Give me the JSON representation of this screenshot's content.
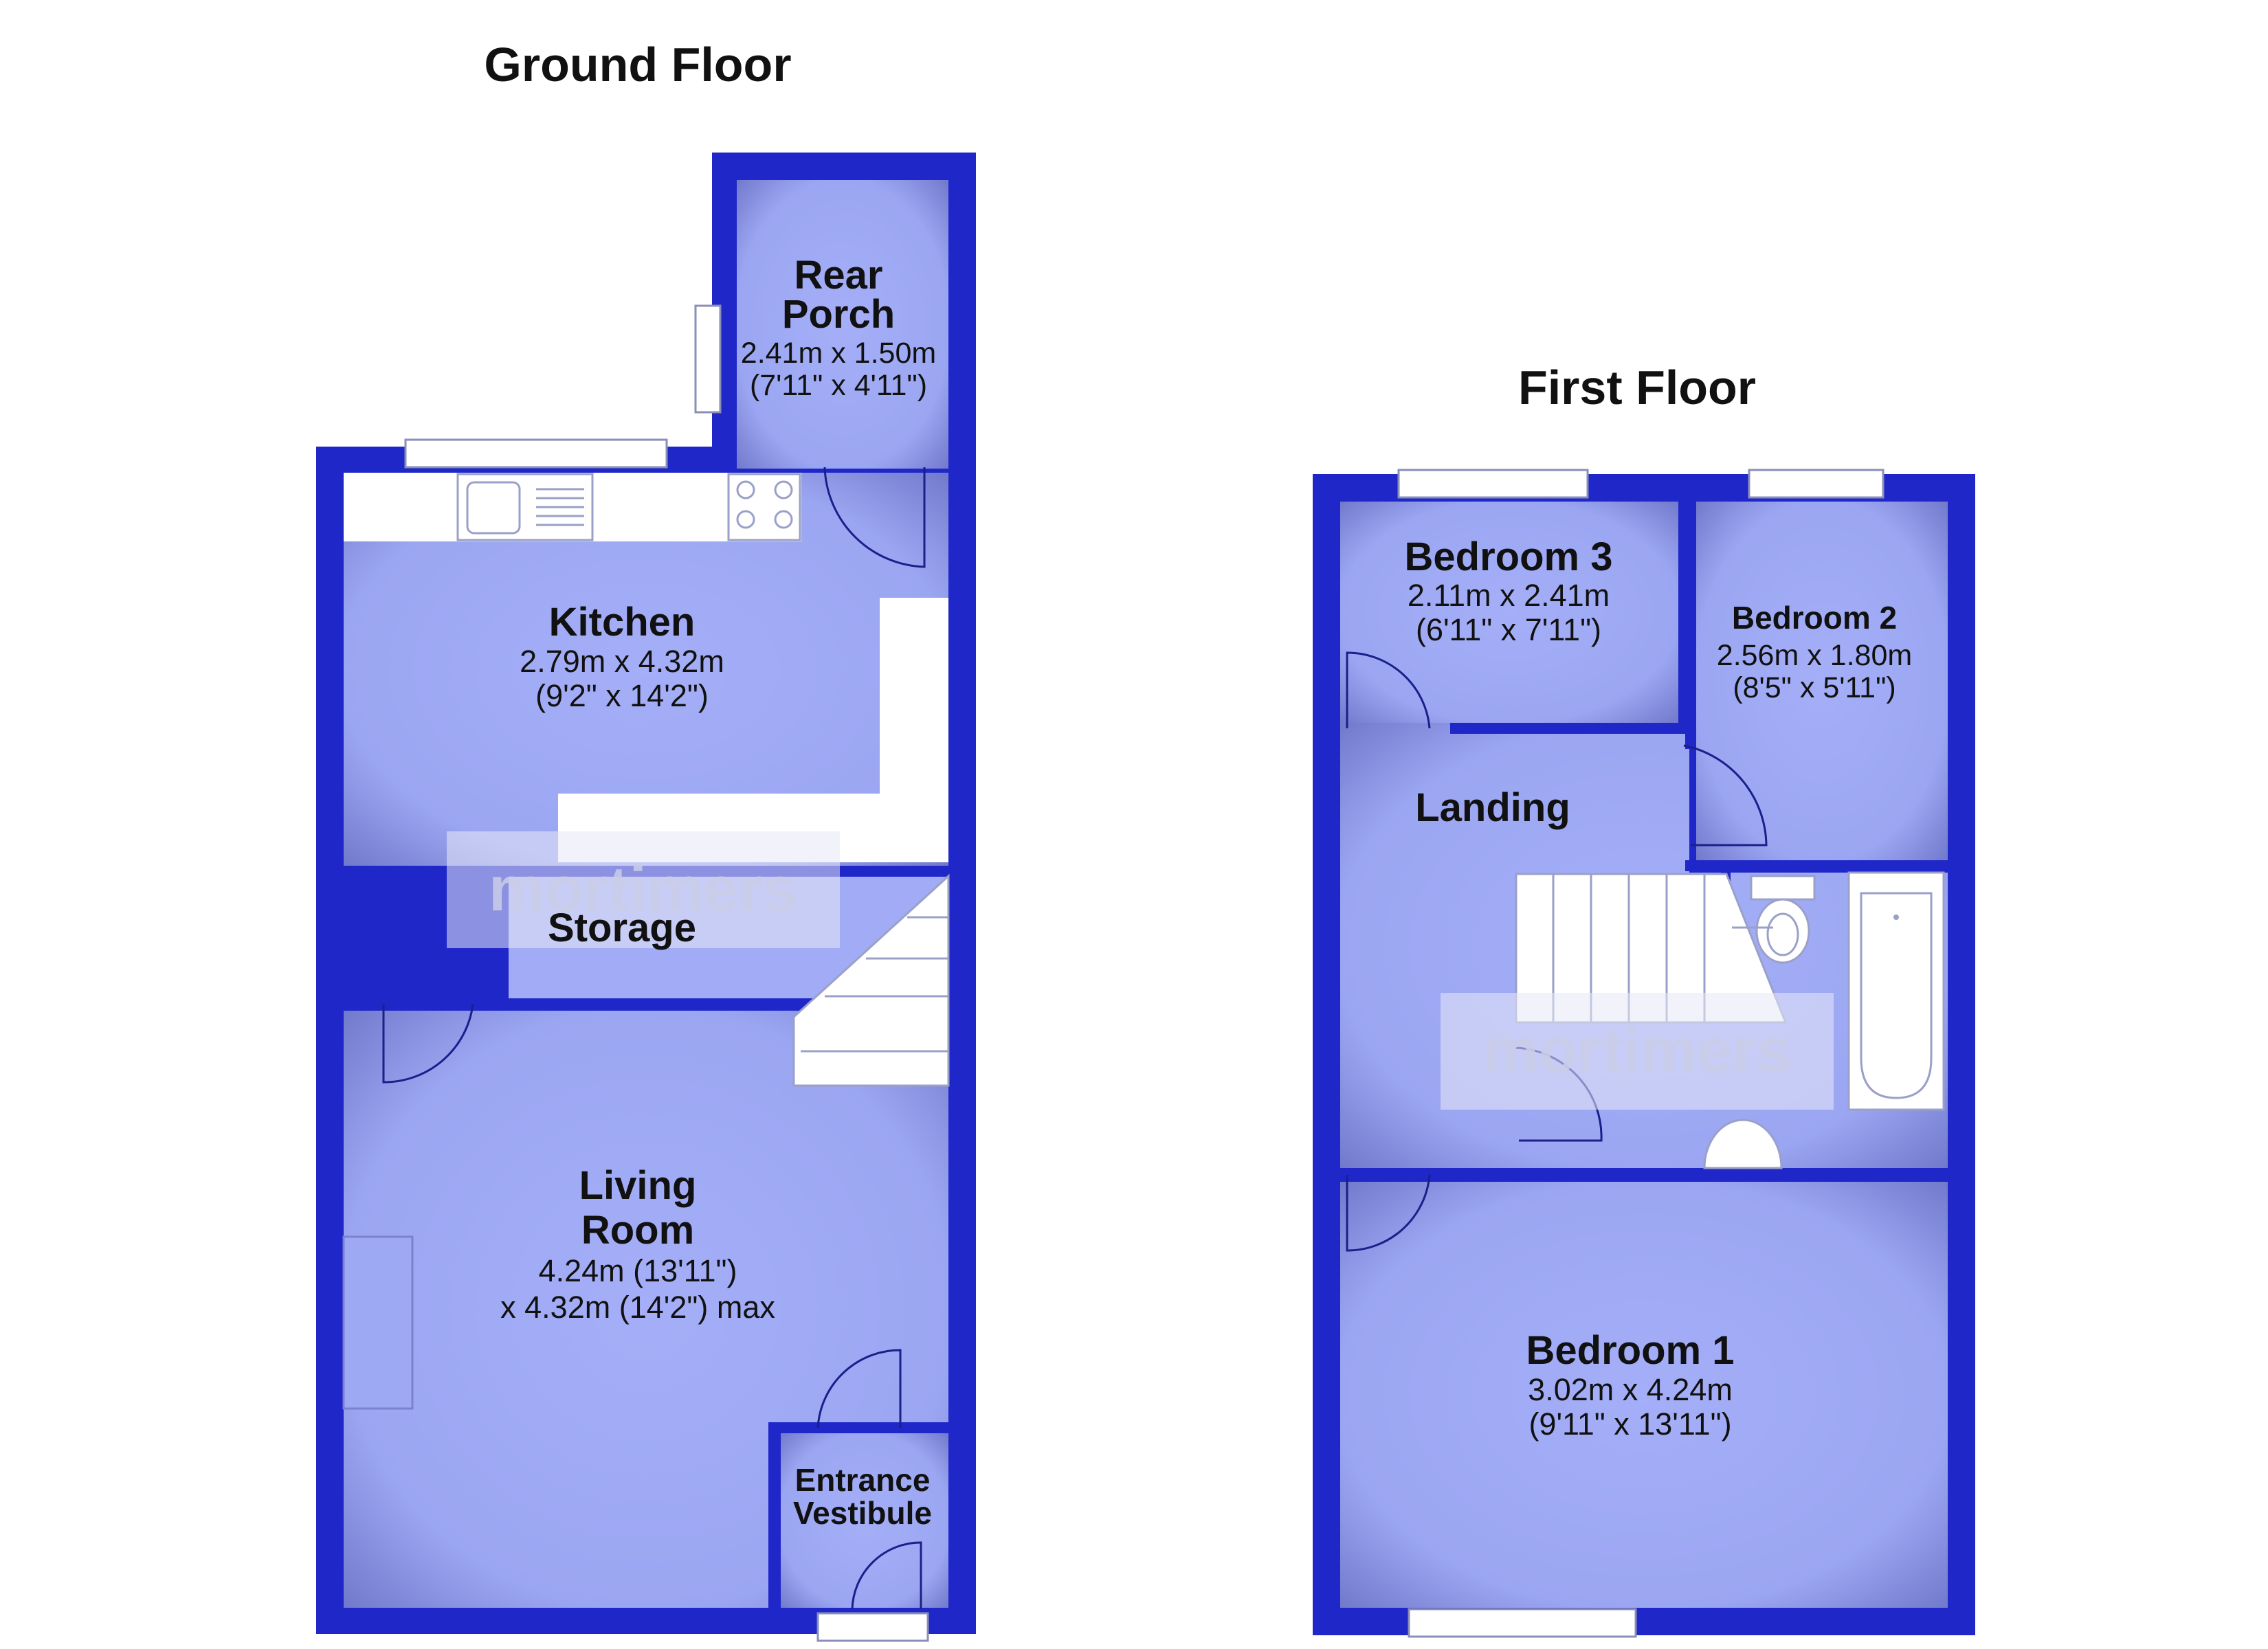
{
  "ground_floor": {
    "title": "Ground Floor",
    "rooms": {
      "rear_porch": {
        "name_line1": "Rear",
        "name_line2": "Porch",
        "dim_metric": "2.41m x 1.50m",
        "dim_imperial": "(7'11\" x 4'11\")"
      },
      "kitchen": {
        "name": "Kitchen",
        "dim_metric": "2.79m x 4.32m",
        "dim_imperial": "(9'2\" x 14'2\")"
      },
      "storage": {
        "name": "Storage"
      },
      "living_room": {
        "name_line1": "Living",
        "name_line2": "Room",
        "dim_line1": "4.24m (13'11\")",
        "dim_line2": "x 4.32m (14'2\") max"
      },
      "entrance_vestibule": {
        "name_line1": "Entrance",
        "name_line2": "Vestibule"
      }
    }
  },
  "first_floor": {
    "title": "First Floor",
    "rooms": {
      "bedroom_3": {
        "name": "Bedroom 3",
        "dim_metric": "2.11m x 2.41m",
        "dim_imperial": "(6'11\" x 7'11\")"
      },
      "bedroom_2": {
        "name": "Bedroom 2",
        "dim_metric": "2.56m x 1.80m",
        "dim_imperial": "(8'5\" x 5'11\")"
      },
      "landing": {
        "name": "Landing"
      },
      "bedroom_1": {
        "name": "Bedroom 1",
        "dim_metric": "3.02m x 4.24m",
        "dim_imperial": "(9'11\" x 13'11\")"
      }
    }
  },
  "watermark": "mortimers",
  "colors": {
    "wall": "#1f27c8",
    "floor": "#a2acf6",
    "fixture": "#ffffff",
    "door_line": "#1a1f8a"
  }
}
